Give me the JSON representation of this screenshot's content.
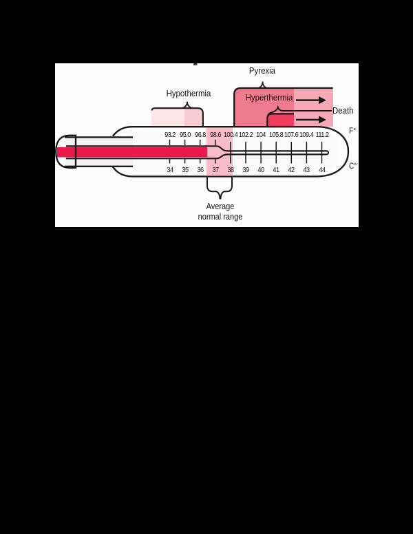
{
  "diagram": {
    "pyrexia_label": "Pyrexia",
    "hyperthermia_label": "Hyperthermia",
    "hypothermia_label": "Hypothermia",
    "death_label": "Death",
    "average_range_line1": "Average",
    "average_range_line2": "normal range",
    "fahrenheit_unit": "F°",
    "celsius_unit": "C°",
    "fahrenheit_scale": [
      "93.2",
      "95.0",
      "96.8",
      "98.6",
      "100.4",
      "102.2",
      "104",
      "105.8",
      "107.6",
      "109.4",
      "111.2"
    ],
    "celsius_scale": [
      "34",
      "35",
      "36",
      "37",
      "38",
      "39",
      "40",
      "41",
      "42",
      "43",
      "44"
    ]
  },
  "colors": {
    "background": "#000000",
    "paper": "#fdfdfd",
    "outline": "#1a1a1a",
    "mercury_red": "#e91a4b",
    "rose_pink": "#ef7b8e",
    "pale_pink_column": "#f6a8b6",
    "death_red": "#ee3d5f",
    "hypothermia_pale": "#fce6e8",
    "hypothermia_pink": "#f8ccd3",
    "normal_range_pink": "#f8bcc8",
    "thermometer_body": "#e9e6e6",
    "thermometer_inner": "#fbfafa"
  }
}
